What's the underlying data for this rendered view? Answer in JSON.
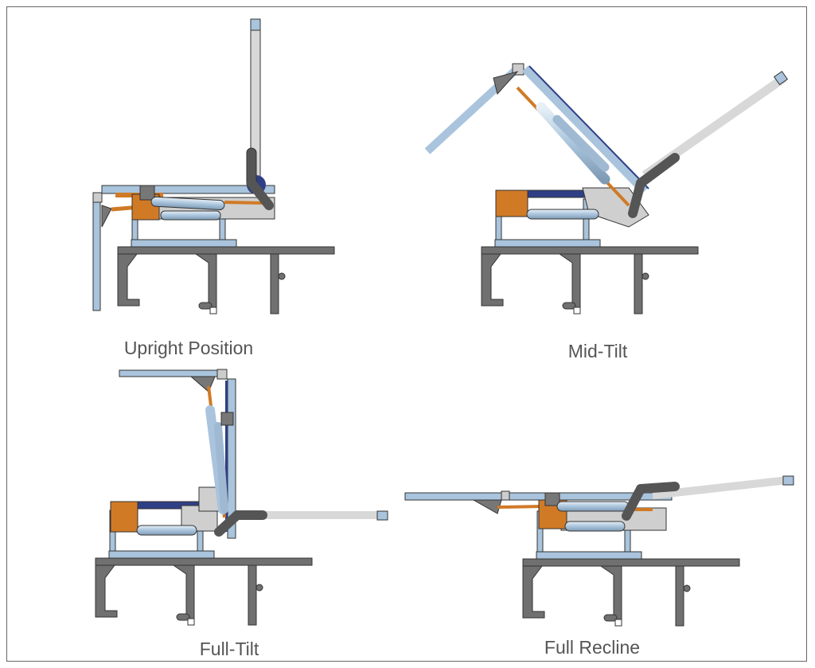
{
  "captions": {
    "upright": "Upright Position",
    "mid_tilt": "Mid-Tilt",
    "full_tilt": "Full-Tilt",
    "full_recline": "Full Recline"
  },
  "colors": {
    "frame_blue": "#a9c4dc",
    "base_grey": "#6f6f6f",
    "orange": "#d07a26",
    "navy": "#2f3f86",
    "plate_grey": "#cfcfcf",
    "link_dark": "#555555",
    "arm_light": "#d8d8d8"
  }
}
